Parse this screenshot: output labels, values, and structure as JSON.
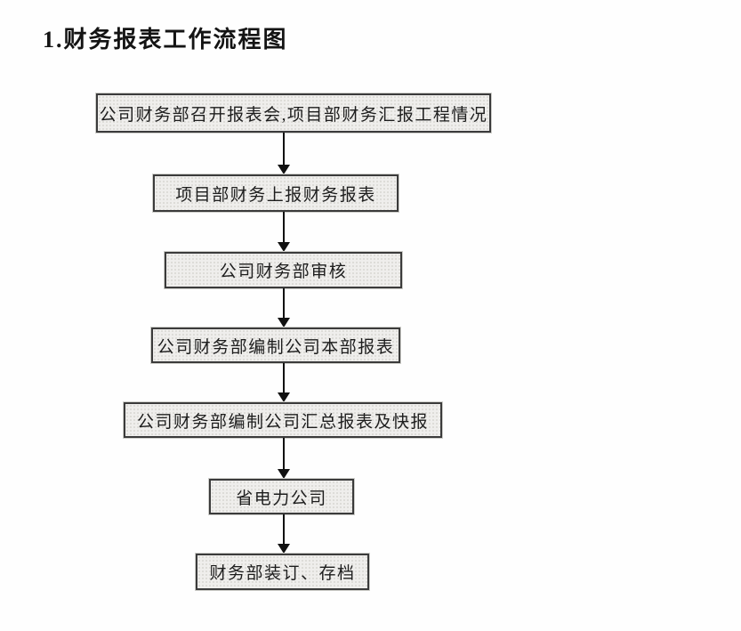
{
  "title": {
    "text": "1.财务报表工作流程图"
  },
  "flowchart": {
    "direction": "top-down",
    "box_fill_color": "#efeeec",
    "box_border_color": "#3b3b3b",
    "arrow_color": "#111111",
    "text_color": "#1d1d1d",
    "nodes": [
      {
        "label": "公司财务部召开报表会,项目部财务汇报工程情况"
      },
      {
        "label": "项目部财务上报财务报表"
      },
      {
        "label": "公司财务部审核"
      },
      {
        "label": "公司财务部编制公司本部报表"
      },
      {
        "label": "公司财务部编制公司汇总报表及快报"
      },
      {
        "label": "省电力公司"
      },
      {
        "label": "财务部装订、存档"
      }
    ],
    "connections": [
      {
        "from": 0,
        "to": 1
      },
      {
        "from": 1,
        "to": 2
      },
      {
        "from": 2,
        "to": 3
      },
      {
        "from": 3,
        "to": 4
      },
      {
        "from": 4,
        "to": 5
      },
      {
        "from": 5,
        "to": 6
      }
    ]
  }
}
